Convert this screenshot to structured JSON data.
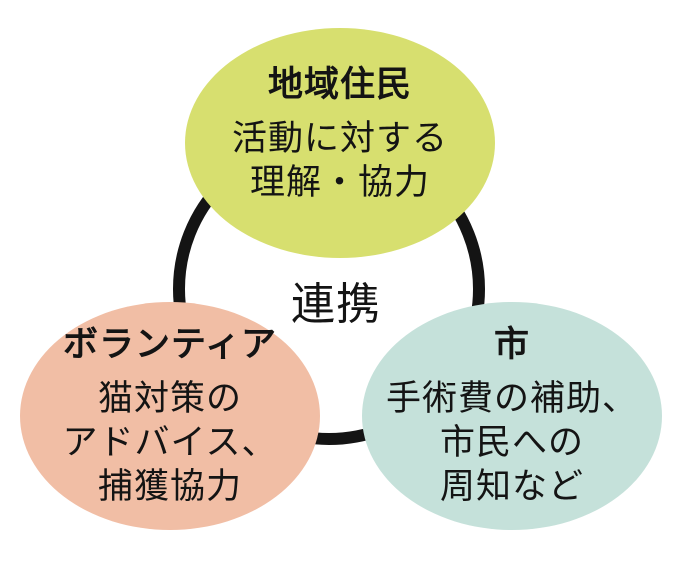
{
  "diagram": {
    "center_label": "連携",
    "ring_color": "#141414",
    "text_color": "#141414",
    "background_color": "#ffffff",
    "nodes": [
      {
        "id": "local-residents",
        "title": "地域住民",
        "lines": [
          "活動に対する",
          "理解・協力"
        ],
        "color": "#d7df6f"
      },
      {
        "id": "volunteers",
        "title": "ボランティア",
        "lines": [
          "猫対策の",
          "アドバイス、",
          "捕獲協力"
        ],
        "color": "#f1bea5"
      },
      {
        "id": "city",
        "title": "市",
        "lines": [
          "手術費の補助、",
          "市民への",
          "周知など"
        ],
        "color": "#c5e1da"
      }
    ]
  }
}
